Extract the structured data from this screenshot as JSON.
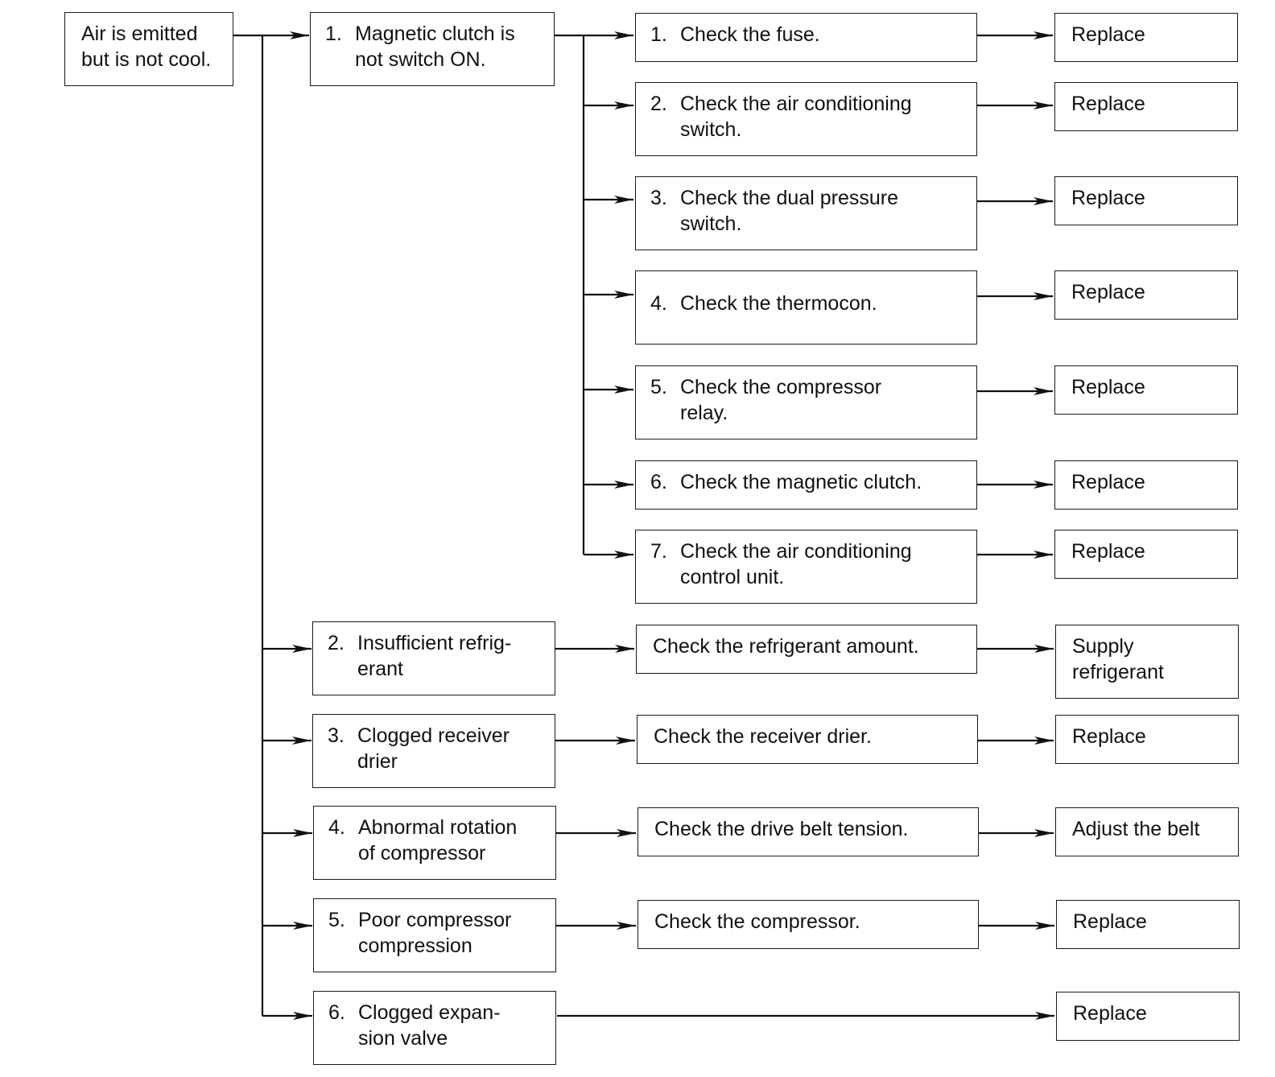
{
  "root": {
    "line1": "Air is emitted",
    "line2": "but is not cool."
  },
  "causes": [
    {
      "num": "1.",
      "line1": "Magnetic clutch is",
      "line2": "not switch ON."
    },
    {
      "num": "2.",
      "line1": "Insufficient refrig-",
      "line2": "erant"
    },
    {
      "num": "3.",
      "line1": "Clogged receiver",
      "line2": "drier"
    },
    {
      "num": "4.",
      "line1": "Abnormal rotation",
      "line2": "of compressor"
    },
    {
      "num": "5.",
      "line1": "Poor compressor",
      "line2": "compression"
    },
    {
      "num": "6.",
      "line1": "Clogged expan-",
      "line2": "sion valve"
    }
  ],
  "clutch_checks": [
    {
      "num": "1.",
      "line1": "Check the fuse.",
      "line2": ""
    },
    {
      "num": "2.",
      "line1": "Check the air conditioning",
      "line2": "switch."
    },
    {
      "num": "3.",
      "line1": "Check the dual pressure",
      "line2": "switch."
    },
    {
      "num": "4.",
      "line1": "Check the thermocon.",
      "line2": ""
    },
    {
      "num": "5.",
      "line1": "Check the compressor",
      "line2": "relay."
    },
    {
      "num": "6.",
      "line1": "Check the magnetic clutch.",
      "line2": ""
    },
    {
      "num": "7.",
      "line1": "Check the air conditioning",
      "line2": "control unit."
    }
  ],
  "other_checks": [
    "Check the refrigerant amount.",
    "Check the receiver drier.",
    "Check the drive belt tension.",
    "Check the compressor."
  ],
  "actions": {
    "replace": "Replace",
    "supply_line1": "Supply",
    "supply_line2": "refrigerant",
    "adjust": "Adjust the belt"
  }
}
